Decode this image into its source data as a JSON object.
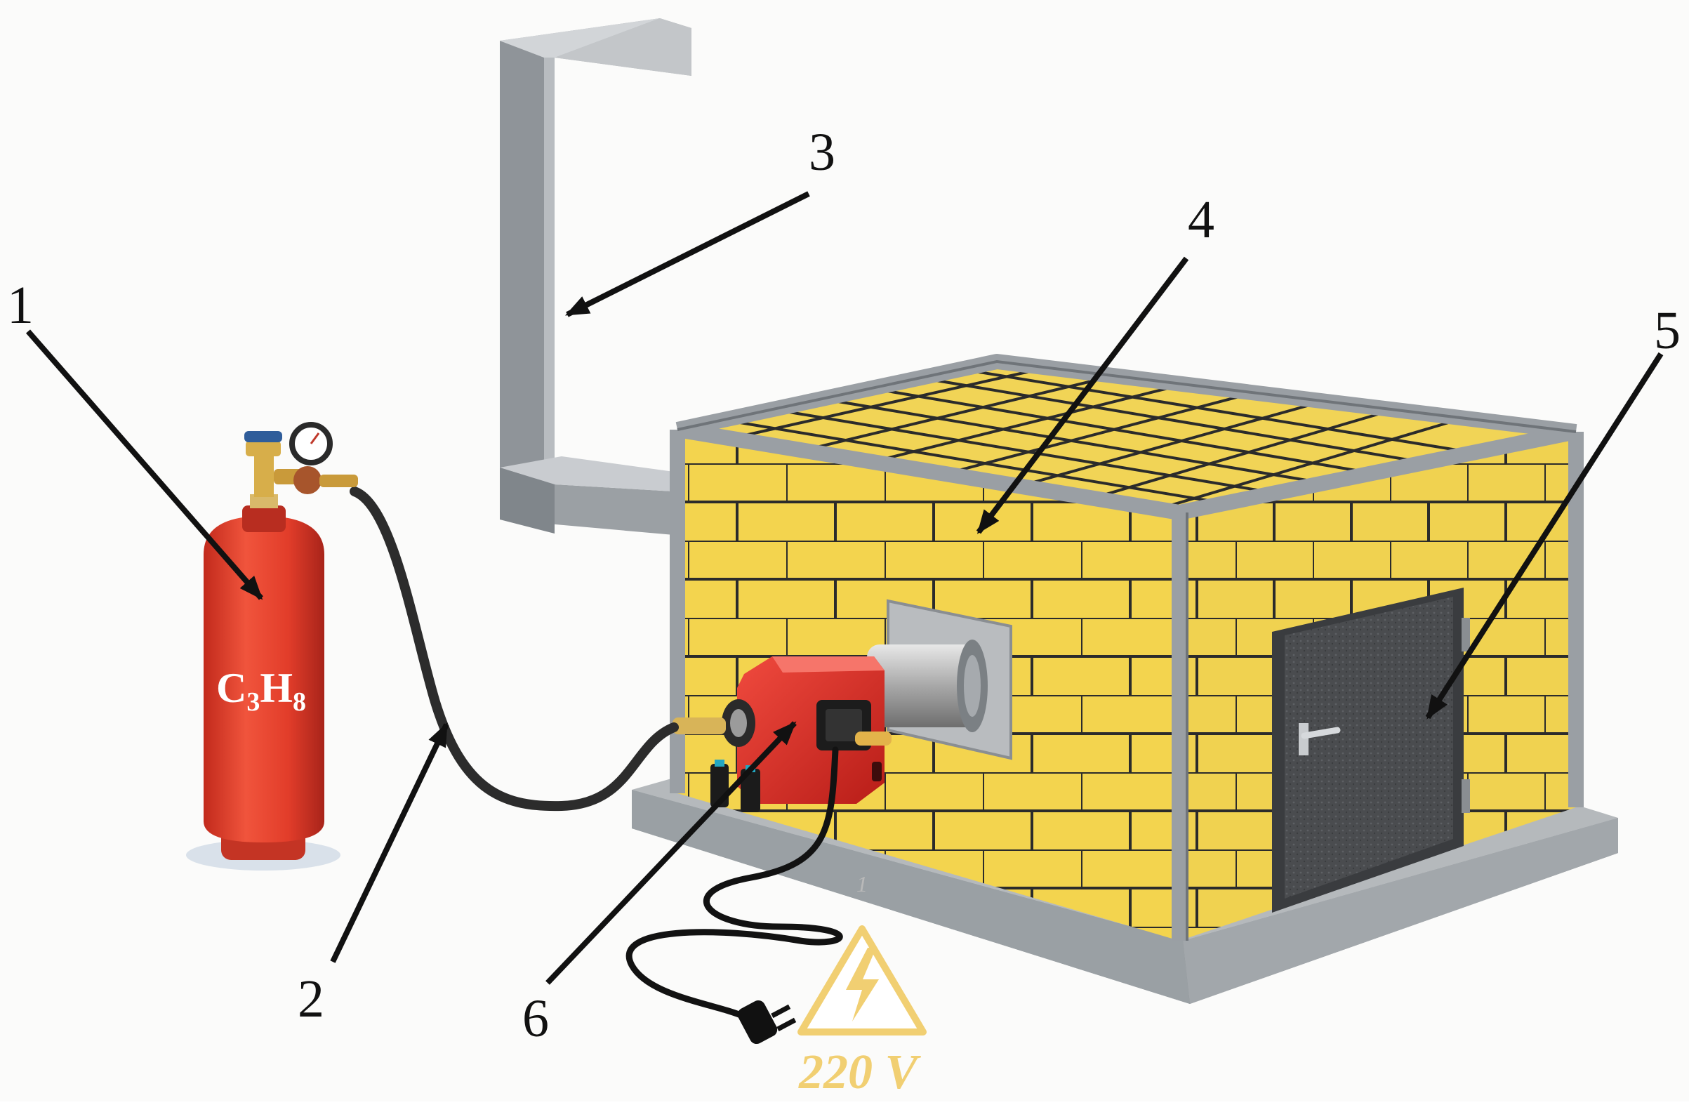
{
  "diagram": {
    "colors": {
      "background": "#fbfbfa",
      "cylinder": "#e53f2c",
      "brick": "#f2d54a",
      "mortar": "#2b2b2b",
      "steel_frame": "#9a9fa4",
      "burner": "#e42a24",
      "warning": "#f1cf72",
      "line": "#111111"
    },
    "callouts": [
      {
        "number": "1",
        "target": "gas-cylinder"
      },
      {
        "number": "2",
        "target": "gas-hose"
      },
      {
        "number": "3",
        "target": "chimney-flue"
      },
      {
        "number": "4",
        "target": "brick-furnace-chamber"
      },
      {
        "number": "5",
        "target": "furnace-door"
      },
      {
        "number": "6",
        "target": "gas-burner"
      }
    ],
    "cylinder_label": {
      "c": "C",
      "c_sub": "3",
      "h": "H",
      "h_sub": "8"
    },
    "power": {
      "voltage_label": "220 V",
      "warning_icon": "high-voltage-warning-icon",
      "plug_icon": "power-plug-icon"
    },
    "base_mark": "1"
  }
}
